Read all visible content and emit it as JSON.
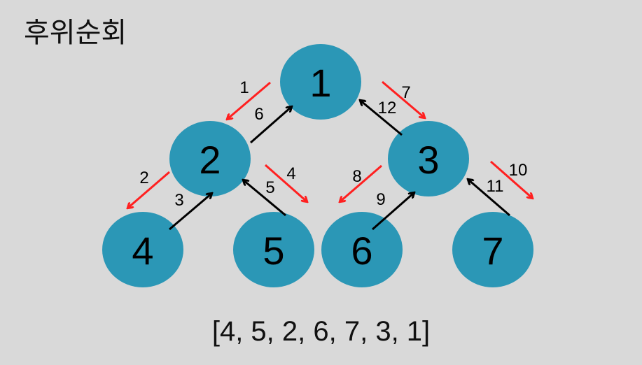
{
  "title": "후위순회",
  "result": "[4, 5, 2, 6, 7, 3, 1]",
  "colors": {
    "background": "#d9d9d9",
    "node": "#2b97b6",
    "descend_arrow": "#ff2020",
    "ascend_arrow": "#000000"
  },
  "tree": {
    "nodes": [
      "1",
      "2",
      "3",
      "4",
      "5",
      "6",
      "7"
    ],
    "descend_steps": [
      "1",
      "2",
      "4",
      "7",
      "8",
      "10"
    ],
    "ascend_steps": [
      "3",
      "5",
      "6",
      "9",
      "11",
      "12"
    ]
  }
}
